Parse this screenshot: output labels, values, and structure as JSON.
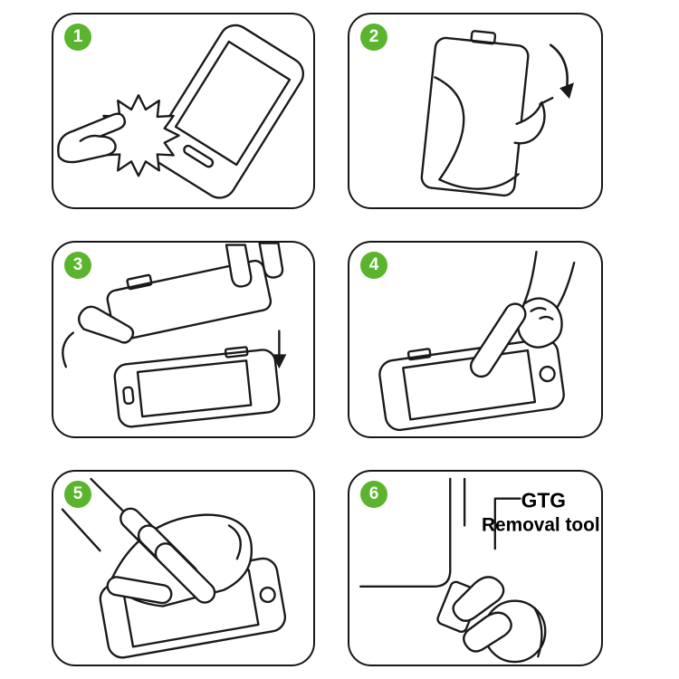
{
  "title": "screen-protector-installation-steps",
  "colors": {
    "badge_green": "#5BB42D",
    "line": "#1a1a1a",
    "panel_border": "#161616",
    "background": "#ffffff",
    "label_text": "#000000"
  },
  "panels": [
    {
      "number": "1",
      "name": "clean-screen-with-cloth"
    },
    {
      "number": "2",
      "name": "peel-protective-film"
    },
    {
      "number": "3",
      "name": "align-and-place-protector"
    },
    {
      "number": "4",
      "name": "press-center-of-screen"
    },
    {
      "number": "5",
      "name": "peel-top-layer"
    },
    {
      "number": "6",
      "name": "use-removal-tool",
      "label": {
        "line1": "GTG",
        "line2": "Removal tool"
      }
    }
  ]
}
